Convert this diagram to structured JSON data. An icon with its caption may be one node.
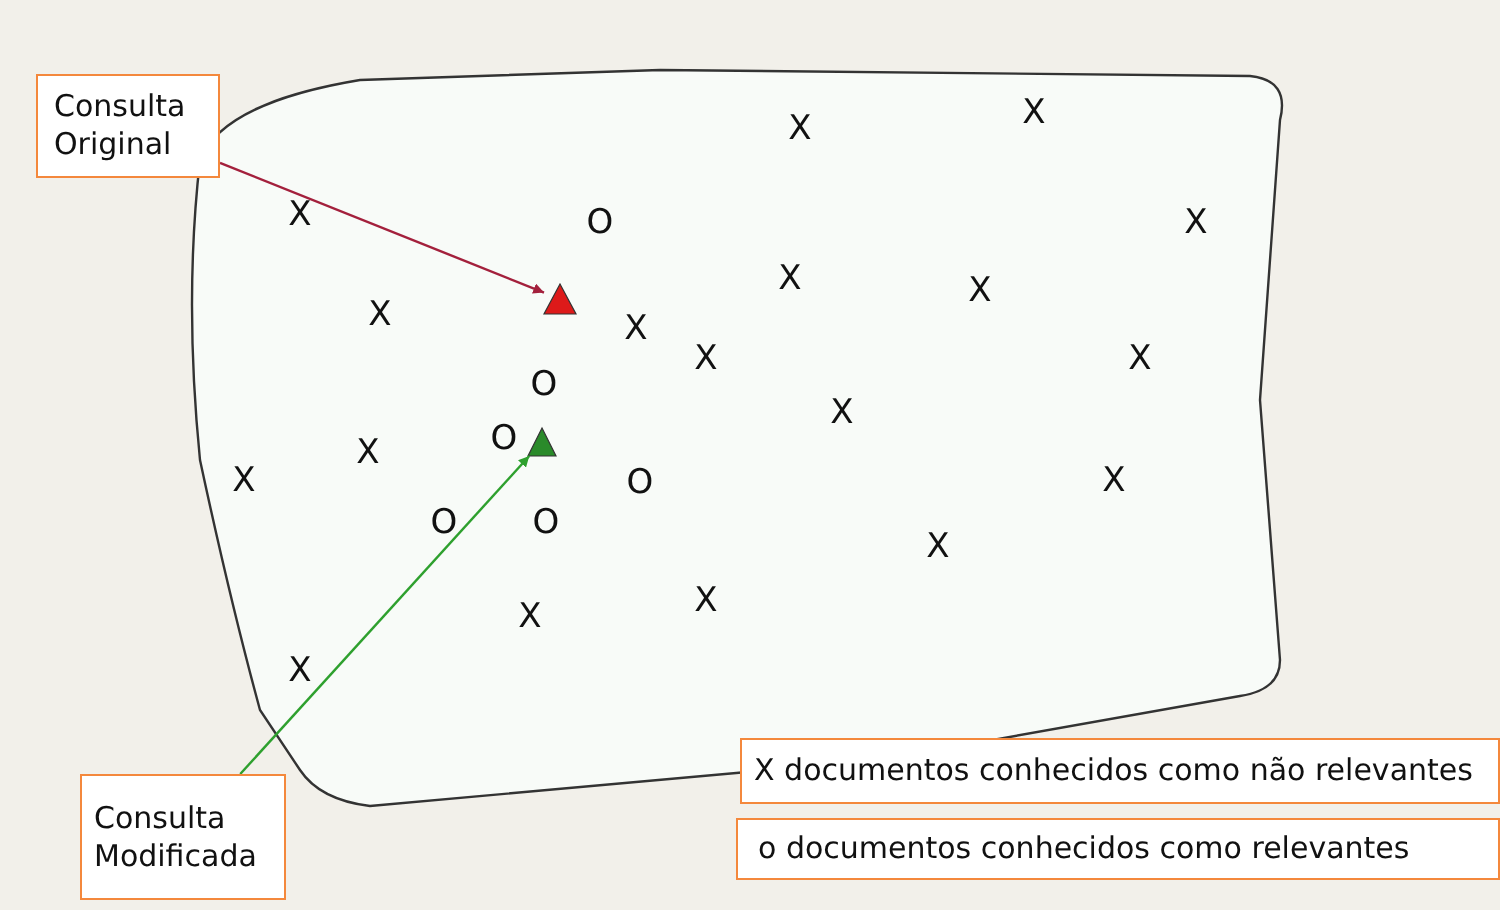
{
  "diagram": {
    "nodes": [
      {
        "text": [],
        "shape": "blob"
      },
      {
        "text": [
          "Consulta Original"
        ]
      },
      {
        "text": [],
        "shape": "triangle",
        "in": 0
      },
      {
        "text": [],
        "shape": "triangle",
        "in": 0
      },
      {
        "text": [
          "Consulta Modificada"
        ]
      },
      {
        "text": [
          "X documentos conhecidos como não relevantes"
        ]
      },
      {
        "text": [
          "o documentos conhecidos como  relevantes"
        ]
      }
    ],
    "edges": [
      {
        "from": 1,
        "to": 2,
        "arrow": "to",
        "color": "#a3203c"
      },
      {
        "from": 4,
        "to": 3,
        "arrow": "to",
        "color": "#2ea02e"
      }
    ],
    "labels": [
      "X",
      "X",
      "X",
      "O",
      "X",
      "X",
      "X",
      "X",
      "X",
      "X",
      "X",
      "O",
      "X",
      "O",
      "X",
      "X",
      "O",
      "X",
      "O",
      "O",
      "X",
      "X",
      "X",
      "X"
    ]
  }
}
